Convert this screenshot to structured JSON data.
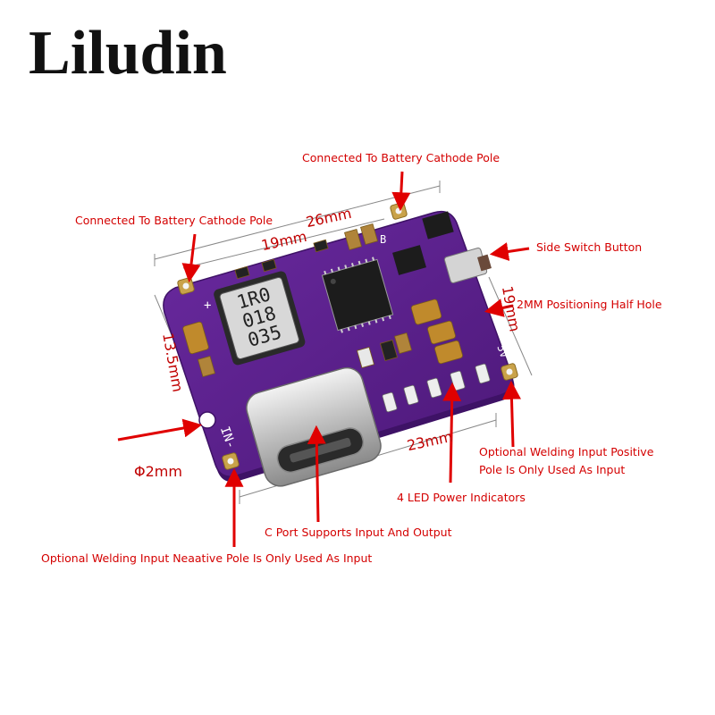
{
  "brand": {
    "name": "Liludin"
  },
  "dimensions": {
    "width_top": "26mm",
    "width_inner": "19mm",
    "height_right": "19mm",
    "height_left": "13.5mm",
    "width_bottom": "23mm",
    "hole_diameter": "Φ2mm"
  },
  "callouts": {
    "battery_cathode_top": "Connected To Battery Cathode Pole",
    "battery_cathode_left": "Connected To Battery Cathode Pole",
    "side_switch": "Side Switch Button",
    "positioning_hole": "2MM Positioning Half Hole",
    "welding_positive_line1": "Optional Welding Input Positive",
    "welding_positive_line2": "Pole Is Only Used As Input",
    "led_indicators": "4 LED Power Indicators",
    "c_port": "C Port Supports Input And Output",
    "welding_negative": "Optional Welding Input Neaative Pole Is Only Used As Input"
  },
  "board": {
    "inductor_marking": [
      "1R0",
      "018",
      "035"
    ],
    "silk_in": "IN-",
    "silk_plus_left": "+",
    "silk_b": "B",
    "silk_5v": "5V"
  },
  "colors": {
    "pcb": "#5a1f8c",
    "pcb_edge": "#3e1266",
    "label_red": "#d40000",
    "arrow_red": "#e00000",
    "gold_pad": "#c9a24a"
  }
}
